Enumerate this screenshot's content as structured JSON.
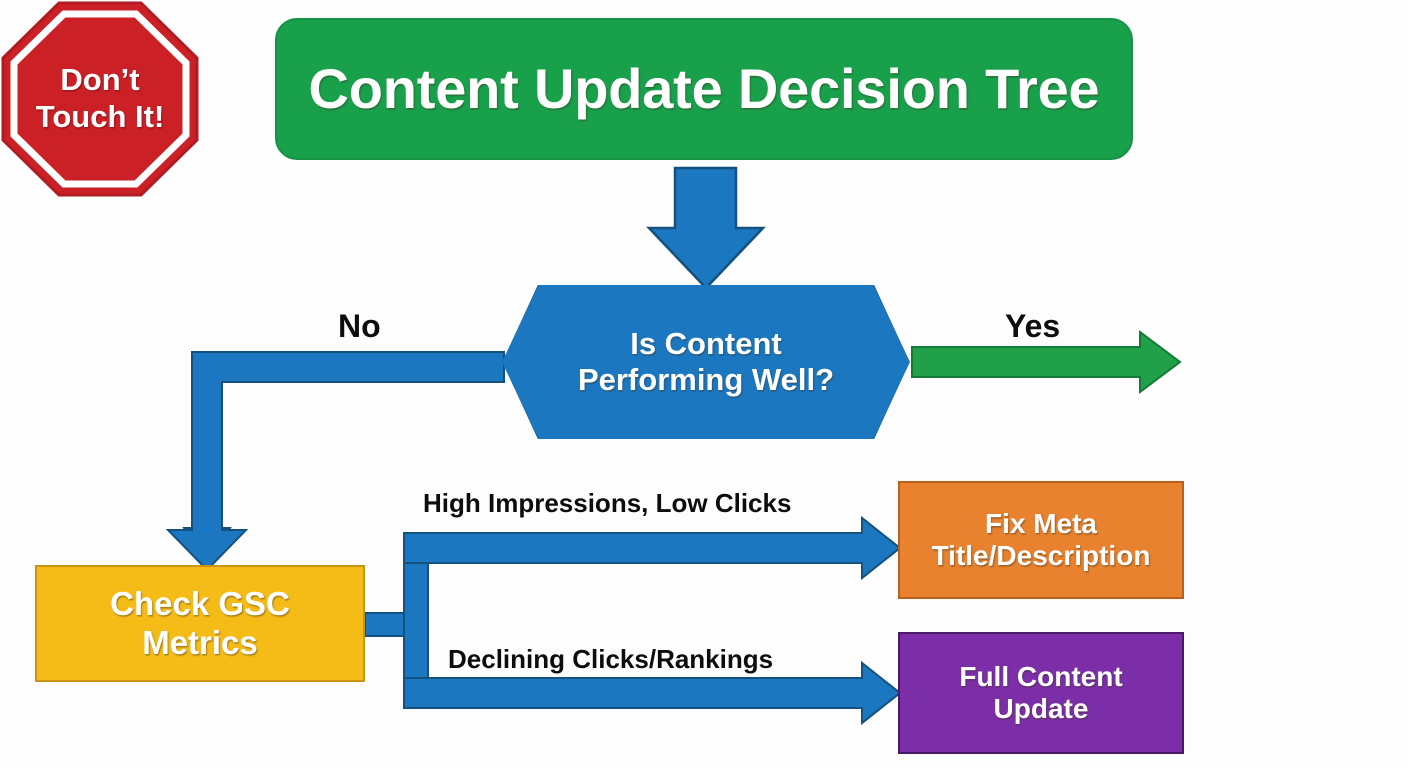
{
  "diagram": {
    "title": "Content Update Decision Tree",
    "background_color": "#fdfdfd",
    "nodes": {
      "title_banner": {
        "label": "Content Update Decision Tree",
        "shape": "rounded-rectangle",
        "fill": "#18a04b",
        "text_color": "#ffffff"
      },
      "decision": {
        "line1": "Is Content",
        "line2": "Performing Well?",
        "shape": "hexagon",
        "fill": "#1b77c0",
        "text_color": "#ffffff"
      },
      "stop_sign": {
        "line1": "Don’t",
        "line2": "Touch It!",
        "shape": "octagon",
        "fill": "#cc2027",
        "ring_color": "#ffffff",
        "text_color": "#ffffff"
      },
      "check_gsc": {
        "line1": "Check GSC",
        "line2": "Metrics",
        "shape": "rectangle",
        "fill": "#f5bc17",
        "text_color": "#fdf6e3"
      },
      "fix_meta": {
        "line1": "Fix Meta",
        "line2": "Title/Description",
        "shape": "rectangle",
        "fill": "#e8822e",
        "text_color": "#fdf3e8"
      },
      "full_update": {
        "line1": "Full Content",
        "line2": "Update",
        "shape": "rectangle",
        "fill": "#7c2ea8",
        "text_color": "#ffffff"
      }
    },
    "edges": [
      {
        "name": "title-to-decision",
        "label": "",
        "from": "title_banner",
        "to": "decision",
        "color": "#1b77c0",
        "style": "block-arrow-down"
      },
      {
        "name": "decision-no",
        "label": "No",
        "from": "decision",
        "to": "check_gsc",
        "color": "#1b77c0",
        "style": "elbow-arrow-left-down"
      },
      {
        "name": "decision-yes",
        "label": "Yes",
        "from": "decision",
        "to": "stop_sign",
        "color": "#21a04a",
        "style": "arrow-right"
      },
      {
        "name": "gsc-to-fix-meta",
        "label": "High Impressions, Low Clicks",
        "from": "check_gsc",
        "to": "fix_meta",
        "color": "#1b77c0",
        "style": "branch-arrow-up-right"
      },
      {
        "name": "gsc-to-full-update",
        "label": "Declining Clicks/Rankings",
        "from": "check_gsc",
        "to": "full_update",
        "color": "#1b77c0",
        "style": "branch-arrow-down-right"
      }
    ]
  }
}
